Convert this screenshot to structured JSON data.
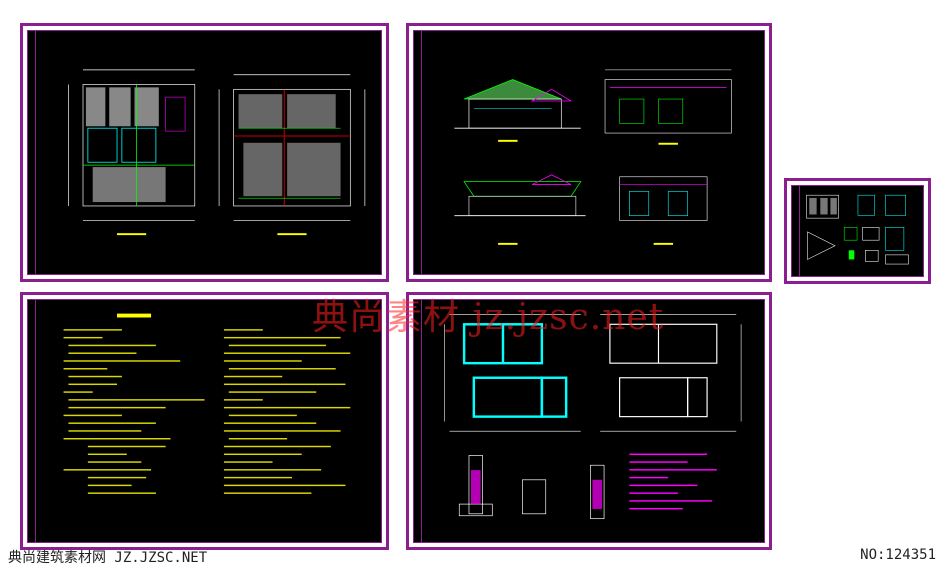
{
  "watermark": "典尚素材 jz.jzsc.net",
  "footer": {
    "site_label": "典尚建筑素材网 JZ.JZSC.NET",
    "number_label": "NO:124351"
  },
  "colors": {
    "frame": "#8b1f8f",
    "drawing_bg": "#000000",
    "lines_white": "#ffffff",
    "lines_cyan": "#00ffff",
    "lines_green": "#00ff00",
    "lines_red": "#ff0000",
    "lines_magenta": "#ff00ff",
    "text_yellow": "#ffff00",
    "watermark": "#ff2020"
  }
}
